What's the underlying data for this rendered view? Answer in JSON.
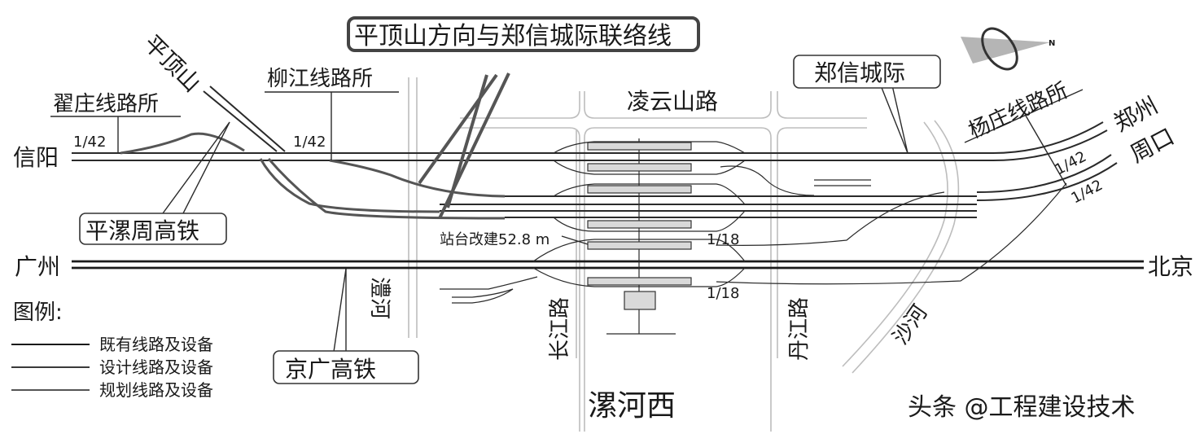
{
  "title_callouts": {
    "pingdingshan_link": "平顶山方向与郑信城际联络线",
    "zhengxin_intercity": "郑信城际",
    "pingluozhou_hsr": "平漯周高铁",
    "jingguang_hsr": "京广高铁"
  },
  "line_posts": {
    "zhaizhuang": "翟庄线路所",
    "liujiang": "柳江线路所",
    "yangzhuang": "杨庄线路所"
  },
  "destinations": {
    "xinyang": "信阳",
    "guangzhou": "广州",
    "beijing": "北京",
    "zhengzhou": "郑州",
    "zhoukou": "周口",
    "pingdingshan": "平顶山"
  },
  "roads": {
    "lingyunshan": "凌云山路",
    "changjiang": "长江路",
    "danjiang": "丹江路"
  },
  "rivers": {
    "lihe": "澧河",
    "shahe": "沙河"
  },
  "station": {
    "name": "漯河西",
    "platform_note": "站台改建52.8 m"
  },
  "turnout_ratios": {
    "zhaizhuang": "1/42",
    "liujiang": "1/42",
    "yangzhuang_upper": "1/42",
    "yangzhuang_lower": "1/42",
    "station_east_upper": "1/18",
    "station_east_lower": "1/18"
  },
  "legend": {
    "title": "图例:",
    "items": [
      {
        "label": "既有线路及设备",
        "color": "#1a1a1a"
      },
      {
        "label": "设计线路及设备",
        "color": "#3a3a3a"
      },
      {
        "label": "规划线路及设备",
        "color": "#555555"
      }
    ]
  },
  "compass": {
    "label": "N",
    "icon": "north-arrow-icon"
  },
  "watermark": "头条 @工程建设技术"
}
